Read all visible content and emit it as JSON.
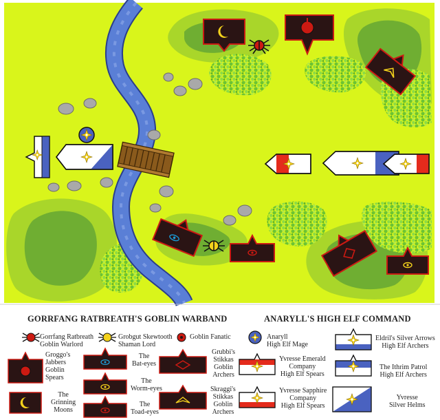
{
  "colors": {
    "field": "#d9f51b",
    "hill_outer": "#a9d62a",
    "hill_inner": "#6fae32",
    "river": "#5a7fd6",
    "forest": "#7fd43c",
    "goblin_unit": "#2a1414",
    "goblin_red": "#cc1a12",
    "elf_blue": "#4a62c0",
    "elf_red": "#e42b1c",
    "border": "#111111"
  },
  "icons": {
    "warlord": "spider-icon",
    "fanatic": "red-ball-icon",
    "mage": "star-compass-icon",
    "bridge": "wooden-bridge-icon",
    "moon": "crescent-moon-icon",
    "eye": "eye-icon"
  },
  "legend": {
    "goblin_title": "GORRFANG RATBREATH'S GOBLIN WARBAND",
    "elf_title": "ANARYLL'S HIGH ELF COMMAND",
    "goblin": {
      "warlord": [
        "Gorrfang Ratbreath",
        "Goblin Warlord"
      ],
      "shaman": [
        "Grobgut Skewtooth",
        "Shaman Lord"
      ],
      "fanatic": [
        "Goblin Fanatic"
      ],
      "jabbers": [
        "Groggo's",
        "Jabbers",
        "Goblin",
        "Spears"
      ],
      "bateyes": [
        "The",
        "Bat-eyes"
      ],
      "grubbi": [
        "Grubbi's",
        "Stikkas",
        "Goblin",
        "Archers"
      ],
      "wormeyes": [
        "The",
        "Worm-eyes"
      ],
      "grinning": [
        "The",
        "Grinning",
        "Moons"
      ],
      "toadeyes": [
        "The",
        "Toad-eyes"
      ],
      "skraggi": [
        "Skraggi's",
        "Stikkas",
        "Goblin",
        "Archers"
      ]
    },
    "elf": {
      "mage": [
        "Anaryll",
        "High Elf Mage"
      ],
      "silverarrows": [
        "Eldril's Silver Arrows",
        "High Elf Archers"
      ],
      "emerald": [
        "Yvresse Emerald",
        "Company",
        "High Elf Spears"
      ],
      "ithrim": [
        "The Ithrim Patrol",
        "High Elf Archers"
      ],
      "sapphire": [
        "Yvresse Sapphire",
        "Company",
        "High Elf Spears"
      ],
      "silverhelms": [
        "Yvresse",
        "Silver Helms"
      ]
    }
  }
}
